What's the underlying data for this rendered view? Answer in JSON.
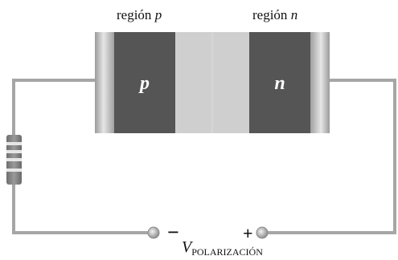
{
  "labels": {
    "region_p_prefix": "región",
    "region_p_letter": "p",
    "region_n_prefix": "región",
    "region_n_letter": "n",
    "p_inner": "p",
    "n_inner": "n",
    "minus": "−",
    "plus": "+",
    "voltage_main": "V",
    "voltage_sub": "POLARIZACIÓN"
  },
  "colors": {
    "region_dark": "#555555",
    "depletion": "#cfcfcf",
    "end_cap": "#b4b4b4",
    "wire": "#a6a6a6",
    "resistor_body": "#808080",
    "resistor_band": "#e6e6e6"
  }
}
